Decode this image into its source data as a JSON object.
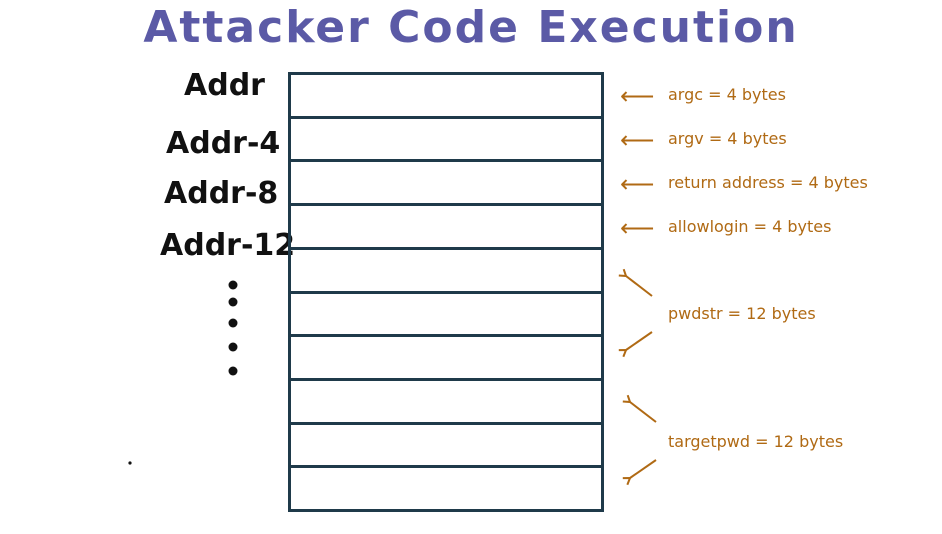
{
  "title": "Attacker Code Execution",
  "colors": {
    "title": "#5b5aa6",
    "annotation": "#b06a14",
    "stack_border": "#1f3a4a",
    "address_text": "#111111"
  },
  "addresses": [
    "Addr",
    "Addr-4",
    "Addr-8",
    "Addr-12"
  ],
  "stack": {
    "slot_count": 10
  },
  "annotations": [
    {
      "label": "argc = 4 bytes",
      "arrow": "left-arrow"
    },
    {
      "label": "argv = 4 bytes",
      "arrow": "left-arrow"
    },
    {
      "label": "return address = 4 bytes",
      "arrow": "left-arrow"
    },
    {
      "label": "allowlogin = 4 bytes",
      "arrow": "left-arrow"
    },
    {
      "label": "pwdstr = 12 bytes",
      "arrow": "span-arrows"
    },
    {
      "label": "targetpwd = 12 bytes",
      "arrow": "span-arrows"
    }
  ],
  "ellipsis_icon": "vertical-dots-icon"
}
